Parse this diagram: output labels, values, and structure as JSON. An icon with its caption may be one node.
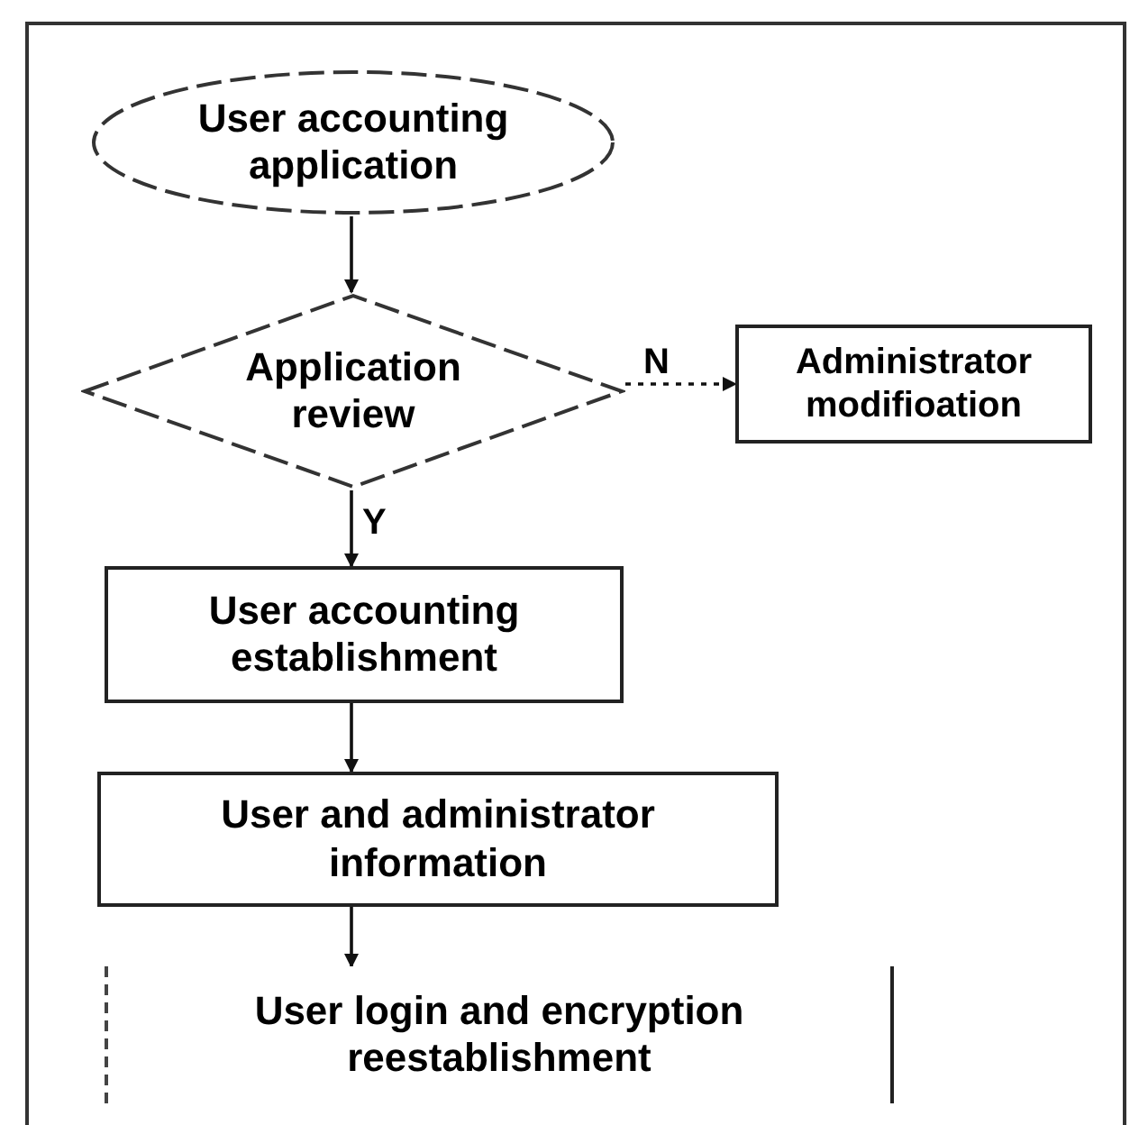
{
  "diagram": {
    "nodes": [
      {
        "text": [
          "User accounting application"
        ]
      },
      {
        "text": [
          "Application review"
        ]
      },
      {
        "text": [
          "Administrator modifioation"
        ]
      },
      {
        "text": [
          "User accounting establishment"
        ]
      },
      {
        "text": [
          "User and administrator information"
        ]
      },
      {
        "text": [
          "User login and encryption reestablishment"
        ]
      }
    ],
    "edges": [
      {
        "from": 0,
        "to": 1,
        "arrow": "to"
      },
      {
        "from": 1,
        "to": 2,
        "arrow": "to",
        "label": "N",
        "style": "dashed"
      },
      {
        "from": 1,
        "to": 3,
        "arrow": "to",
        "label": "Y"
      },
      {
        "from": 3,
        "to": 4,
        "arrow": "to"
      },
      {
        "from": 4,
        "to": 5,
        "arrow": "to"
      }
    ]
  }
}
